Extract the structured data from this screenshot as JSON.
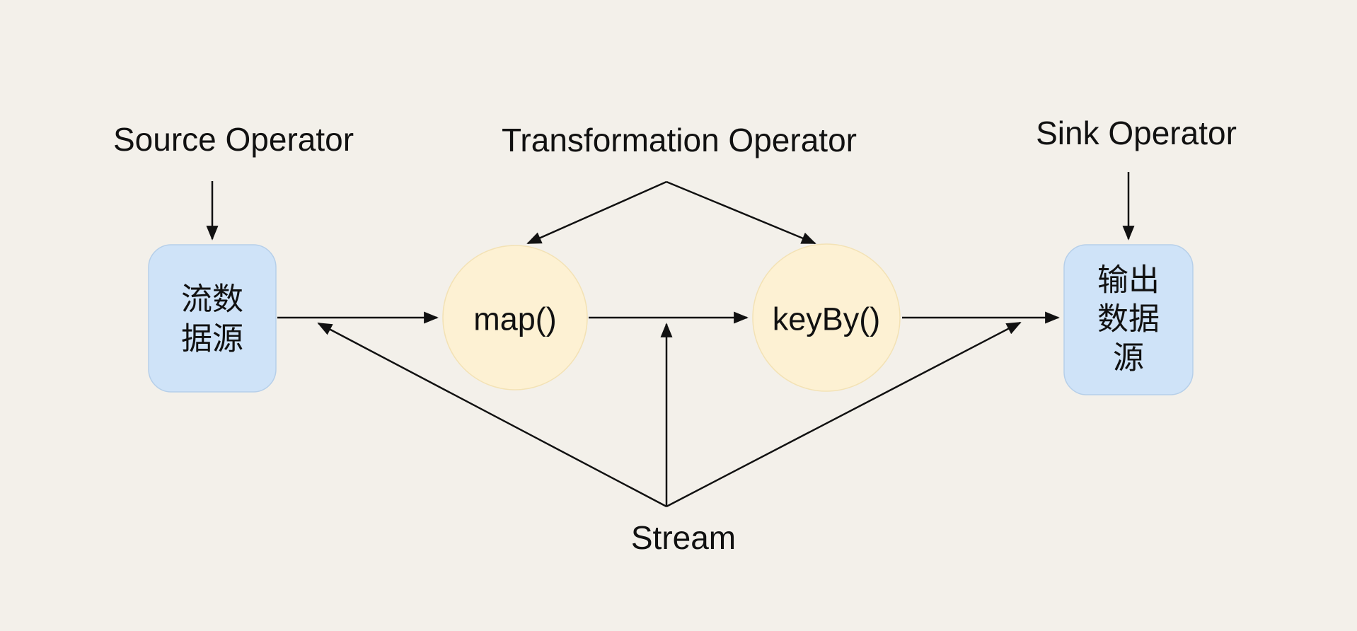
{
  "diagram": {
    "background_color": "#f3f0ea",
    "line_color": "#111111",
    "labels": {
      "source_operator": "Source Operator",
      "transformation_operator": "Transformation Operator",
      "sink_operator": "Sink Operator",
      "stream": "Stream"
    },
    "nodes": {
      "source": {
        "type": "rounded-rect",
        "fill": "#cfe3f8",
        "border": "#b6cfe9",
        "lines": [
          "流数",
          "据源"
        ]
      },
      "map": {
        "type": "circle",
        "fill": "#fdf1d3",
        "border": "#f3e2b5",
        "label": "map()"
      },
      "keyby": {
        "type": "circle",
        "fill": "#fdf1d3",
        "border": "#f3e2b5",
        "label": "keyBy()"
      },
      "sink": {
        "type": "rounded-rect",
        "fill": "#cfe3f8",
        "border": "#b6cfe9",
        "lines": [
          "输出",
          "数据",
          "源"
        ]
      }
    }
  }
}
